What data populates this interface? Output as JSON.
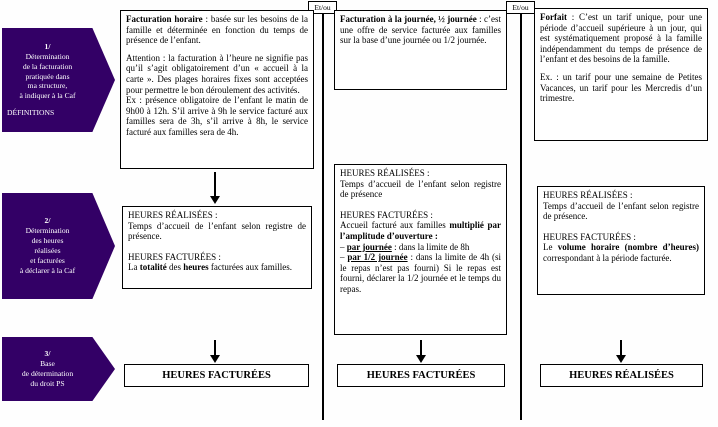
{
  "colors": {
    "arrow_purple": "#330066",
    "line_black": "#000000"
  },
  "sidebar": {
    "steps": [
      {
        "number": "1/",
        "text": "Détermination\nde la facturation\npratiquée dans\nma structure,\nà indiquer à la Caf",
        "footer": "DÉFINITIONS"
      },
      {
        "number": "2/",
        "text": "Détermination\ndes heures\nréalisées\net facturées\nà déclarer à la Caf",
        "footer": ""
      },
      {
        "number": "3/",
        "text": "Base\nde détermination\ndu droit PS",
        "footer": ""
      }
    ]
  },
  "connectors": {
    "et_ou_1": "Et/ou",
    "et_ou_2": "Et/ou"
  },
  "col1": {
    "top": {
      "p1_bold": "Facturation horaire",
      "p1_rest": " : basée sur les besoins de la famille et déterminée en fonction du temps de présence de l’enfant.",
      "p2": "Attention : la facturation à l’heure ne signifie pas qu’il s’agit obligatoirement d’un « accueil à la carte ». Des plages horaires fixes sont acceptées pour permettre le bon déroulement des activités.",
      "p3": "Ex : présence obligatoire de l’enfant le matin de 9h00 à 12h. S’il arrive à 9h le service facturé aux familles sera de 3h, s’il arrive à 8h, le service facturé aux familles sera de 4h."
    },
    "middle": {
      "h1": "HEURES RÉALISÉES :",
      "t1": "Temps d’accueil de l’enfant selon registre de présence.",
      "h2": "HEURES FACTURÉES :",
      "t2_pre": "La ",
      "t2_bold1": "totalité",
      "t2_mid": " des ",
      "t2_bold2": "heures",
      "t2_post": " facturées aux familles."
    },
    "bottom": "HEURES FACTURÉES"
  },
  "col2": {
    "top": {
      "p1_bold": "Facturation à la journée, ½ journée",
      "p1_rest": " : c’est une offre de service facturée aux familles sur la base d’une journée ou 1/2 journée."
    },
    "middle": {
      "h1": "HEURES RÉALISÉES :",
      "t1": "Temps d’accueil de l’enfant selon registre de présence",
      "h2": "HEURES FACTURÉES :",
      "t2_pre": "Accueil facturé aux familles ",
      "t2_bold": "multiplié par l’amplitude d’ouverture :",
      "li1_prefix": "– ",
      "li1_bold": "par journée",
      "li1_rest": " : dans la limite de 8h",
      "li2_prefix": "– ",
      "li2_bold": "par 1/2 journée",
      "li2_rest": " : dans la limite de 4h (si le repas n’est pas fourni) Si le repas est fourni, déclarer la 1/2 journée et le temps du repas."
    },
    "bottom": "HEURES FACTURÉES"
  },
  "col3": {
    "top": {
      "p1_bold": "Forfait",
      "p1_rest": " : C’est un tarif unique, pour une période d’accueil supérieure à un jour, qui est systématiquement proposé à la famille indépendamment du temps de présence de l’enfant et des besoins de la famille.",
      "p2": "Ex. : un tarif pour une semaine de Petites Vacances, un tarif pour les Mercredis d’un trimestre."
    },
    "middle": {
      "h1": "HEURES RÉALISÉES :",
      "t1": "Temps d’accueil de l’enfant selon registre de présence.",
      "h2": "HEURES FACTURÉES :",
      "t2_pre": "Le ",
      "t2_bold": "volume horaire (nombre d’heures)",
      "t2_post": " correspondant à la période facturée."
    },
    "bottom": "HEURES RÉALISÉES"
  }
}
